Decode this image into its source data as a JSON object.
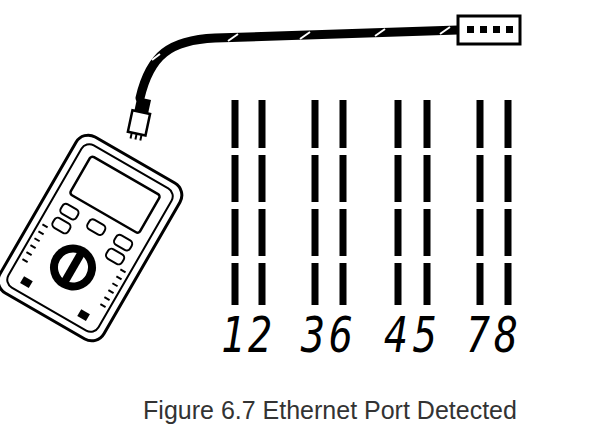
{
  "diagram": {
    "caption": "Figure 6.7 Ethernet Port Detected",
    "labels": [
      "1",
      "2",
      "3",
      "6",
      "4",
      "5",
      "7",
      "8"
    ]
  }
}
